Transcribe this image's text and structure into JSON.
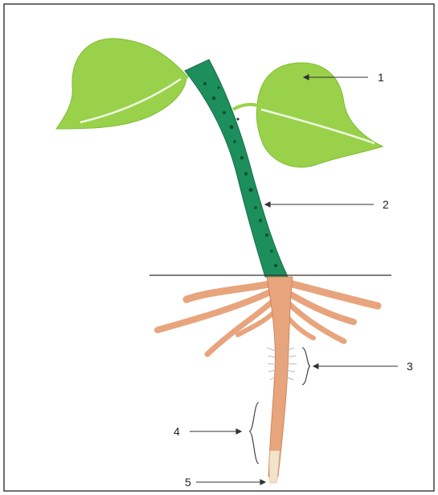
{
  "diagram": {
    "labels": [
      "1",
      "2",
      "3",
      "4",
      "5"
    ],
    "colors": {
      "leaf": "#9ad14a",
      "leaf_dark": "#7cbd33",
      "stem": "#1d8f5c",
      "stem_dark": "#156e45",
      "root": "#e8a47c",
      "root_hair": "#b8b8b8",
      "root_tip": "#f3e3c8",
      "ground_line": "#333333",
      "pointer": "#333333",
      "border": "#222222"
    }
  }
}
